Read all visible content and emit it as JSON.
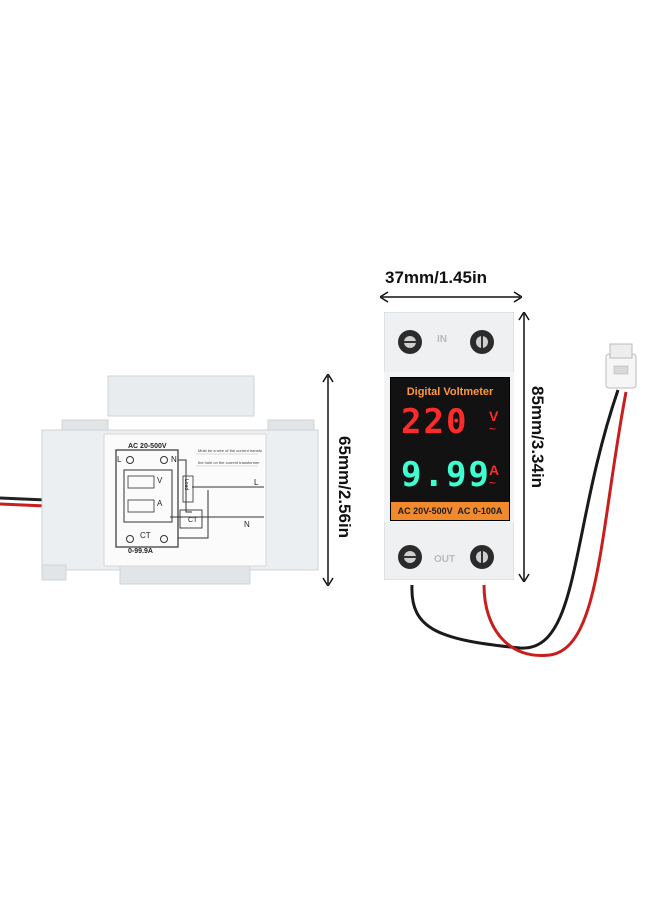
{
  "dimensions": {
    "width_label": "37mm/1.45in",
    "height_label_right": "85mm/3.34in",
    "height_label_left": "65mm/2.56in"
  },
  "front_device": {
    "top_tag": "IN",
    "bottom_tag": "OUT",
    "title": "Digital Voltmeter",
    "voltage_reading": "220",
    "voltage_unit": "V",
    "current_reading": "9.99",
    "current_unit": "A",
    "spec_band": "AC 20V-500V  AC 0-100A"
  },
  "side_label": {
    "range_voltage": "AC 20-500V",
    "range_current": "0-99.9A",
    "ct": "CT",
    "ct_box": "CT",
    "load": "Load",
    "l_left": "L",
    "n_left": "N",
    "l_right": "L",
    "n_right": "N",
    "v_mark": "V",
    "a_mark": "A",
    "note_line1": "Must be a wire of the current transformer through",
    "note_line2": "the hole on the current transformer"
  },
  "colors": {
    "red_digits": "#ff2a2a",
    "green_digits": "#3fffd0",
    "orange_band": "#f08a2c",
    "title_orange": "#ff9a3c"
  }
}
